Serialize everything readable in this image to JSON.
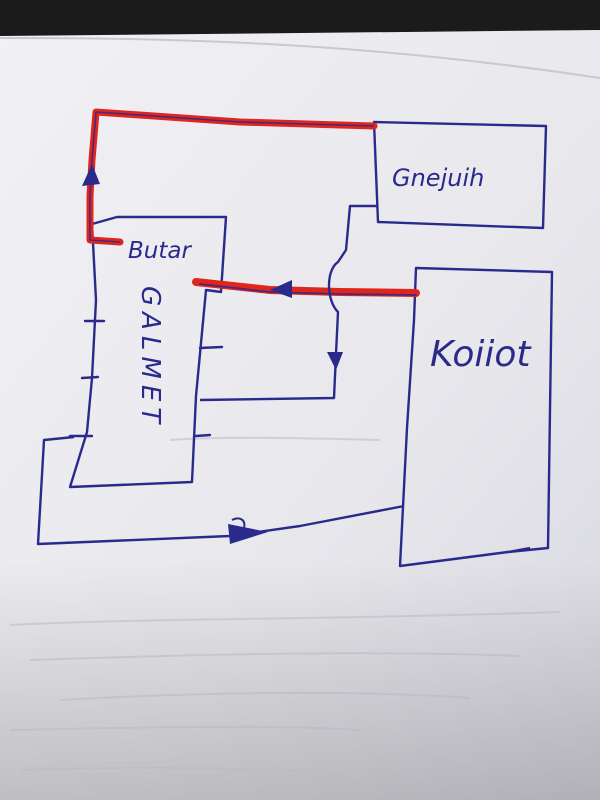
{
  "diagram": {
    "blocks": {
      "top_right": {
        "label": "Gnejuih"
      },
      "left": {
        "label": "Butar",
        "vertical_label": "GALMET"
      },
      "right": {
        "label": "Koiiot"
      }
    },
    "colors": {
      "ink": "#2a2a8c",
      "marker_red": "#e0261c",
      "paper": "#e9e9ee"
    }
  }
}
